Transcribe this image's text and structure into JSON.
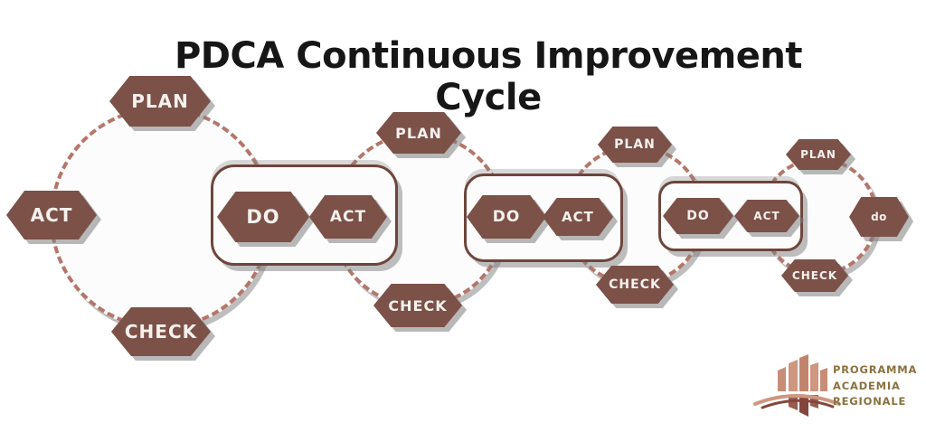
{
  "title": {
    "text": "PDCA Continuous Improvement Cycle"
  },
  "cycles": [
    {
      "plan": "PLAN",
      "act": "ACT",
      "check": "CHECK"
    },
    {
      "plan": "PLAN",
      "check": "CHECK"
    },
    {
      "plan": "PLAN",
      "check": "CHECK"
    },
    {
      "plan": "PLAN",
      "check": "CHECK",
      "do_small": "do"
    }
  ],
  "bridges": [
    {
      "do": "DO",
      "act": "ACT"
    },
    {
      "do": "DO",
      "act": "ACT"
    },
    {
      "do": "DO",
      "act": "ACT"
    }
  ],
  "logo": {
    "lines": [
      "PROGRAMMA",
      "ACADEMIA",
      "REGIONALE"
    ]
  },
  "colors": {
    "hexagon": "#7b5148",
    "hexagon_text": "#f6f1ee",
    "ring_dash": "#b5766a",
    "rect_border": "#6e453c",
    "shadow_gray": "#7d7d7d",
    "title_text": "#161616",
    "logo_salmon": "#cf9680",
    "logo_dark": "#83463c",
    "logo_text": "#8a713f"
  }
}
